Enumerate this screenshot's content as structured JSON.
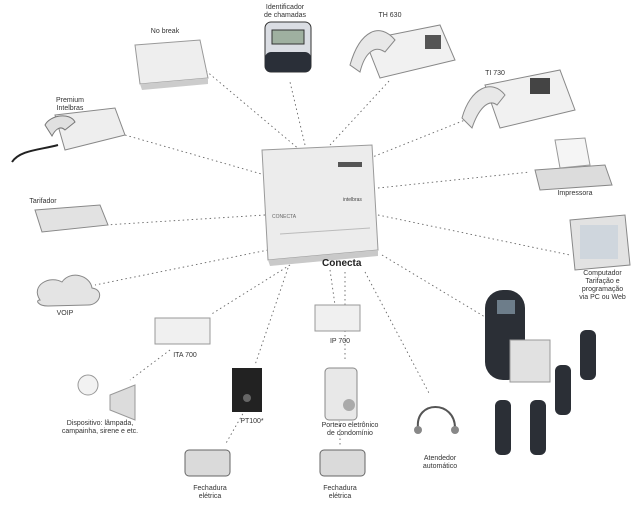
{
  "hub": {
    "name": "Conecta",
    "plate": "CONECTA",
    "brand": "intelbras"
  },
  "nodes": [
    {
      "id": "no-break",
      "label": "No break"
    },
    {
      "id": "caller-id",
      "label": "Identificador\nde chamadas"
    },
    {
      "id": "th-phone",
      "label": "TH 630"
    },
    {
      "id": "ti-phone",
      "label": "TI 730"
    },
    {
      "id": "premium-phone",
      "label": "Premium\nIntelbras"
    },
    {
      "id": "printer",
      "label": "Impressora"
    },
    {
      "id": "tarifador",
      "label": "Tarifador"
    },
    {
      "id": "computer",
      "label": "Computador\nTarifação e\nprogramação\nvia PC ou Web"
    },
    {
      "id": "voip",
      "label": "VOIP"
    },
    {
      "id": "ita-box",
      "label": "ITA 700"
    },
    {
      "id": "ip-box",
      "label": "IP 700"
    },
    {
      "id": "devices",
      "label": "Dispositivo: lâmpada,\ncampainha, sirene e etc."
    },
    {
      "id": "doorphone",
      "label": "PT100*"
    },
    {
      "id": "intercom",
      "label": "Porteiro eletrônico\nde condomínio"
    },
    {
      "id": "lock-left",
      "label": "Fechadura\nelétrica"
    },
    {
      "id": "lock-right",
      "label": "Fechadura\nelétrica"
    },
    {
      "id": "headset",
      "label": "Atendedor\nautomático"
    }
  ],
  "colors": {
    "line": "#555555",
    "body": "#e6e6e6",
    "dark": "#2a2f38"
  }
}
